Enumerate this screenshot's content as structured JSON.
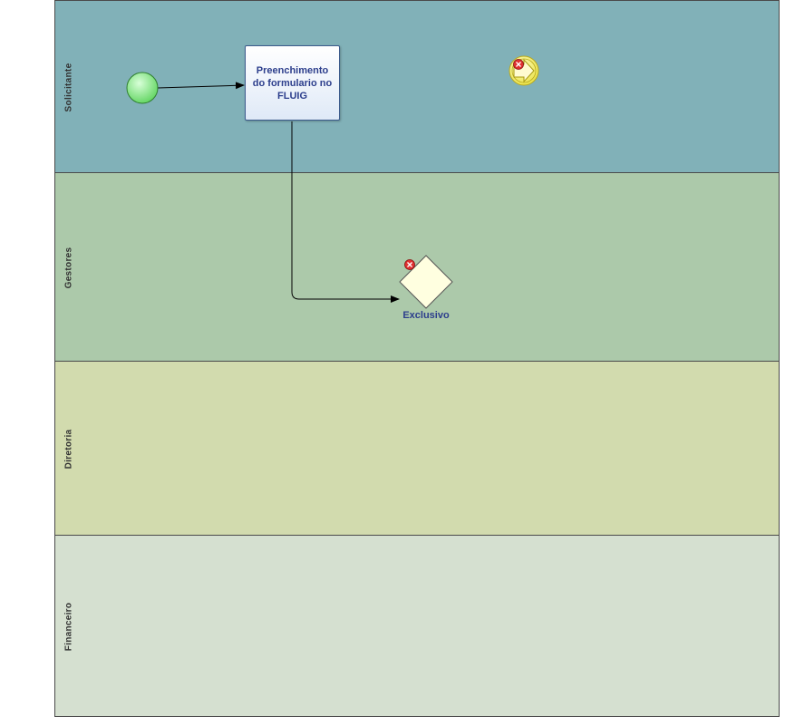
{
  "lanes": [
    {
      "label": "Solicitante",
      "color": "#81b1b8"
    },
    {
      "label": "Gestores",
      "color": "#acc9aa"
    },
    {
      "label": "Diretoria",
      "color": "#d2dbae"
    },
    {
      "label": "Financeiro",
      "color": "#d5e0d0"
    }
  ],
  "nodes": {
    "task": {
      "label": "Preenchimento do formulario no FLUIG",
      "fill": "#e8f0fa",
      "stroke": "#3c5a8c"
    },
    "gateway": {
      "label": "Exclusivo",
      "fill": "#ffffe0"
    },
    "start_event": {
      "fill": "#8fe88f"
    },
    "intermediate_event": {
      "fill": "#f5f07a"
    },
    "error_marker": {
      "fill": "#e03030"
    }
  }
}
